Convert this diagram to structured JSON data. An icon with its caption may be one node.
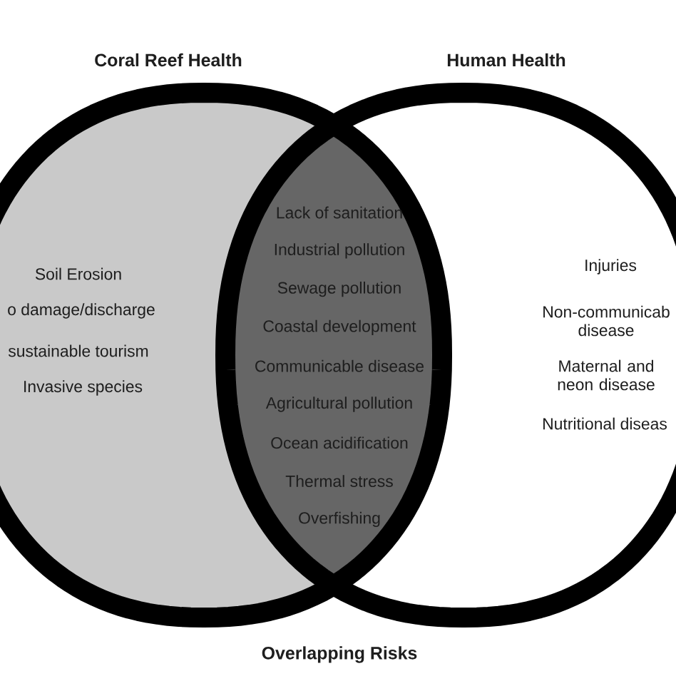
{
  "diagram": {
    "nodes": [
      {
        "text": [
          "Coral Reef Health",
          "Soil Erosion",
          "o damage/discharge",
          "sustainable tourism",
          "Invasive species"
        ]
      },
      {
        "text": [
          "Human Health",
          "Injuries",
          "Non-communicab disease",
          "Maternal and neon disease",
          "Nutritional diseas"
        ]
      },
      {
        "text": [
          "Lack of sanitation",
          "Industrial pollution",
          "Sewage pollution",
          "Coastal development",
          "Communicable disease",
          "Agricultural pollution",
          "Ocean acidification",
          "Thermal stress",
          "Overfishing"
        ]
      }
    ],
    "labels": [
      "Overlapping Risks"
    ]
  }
}
